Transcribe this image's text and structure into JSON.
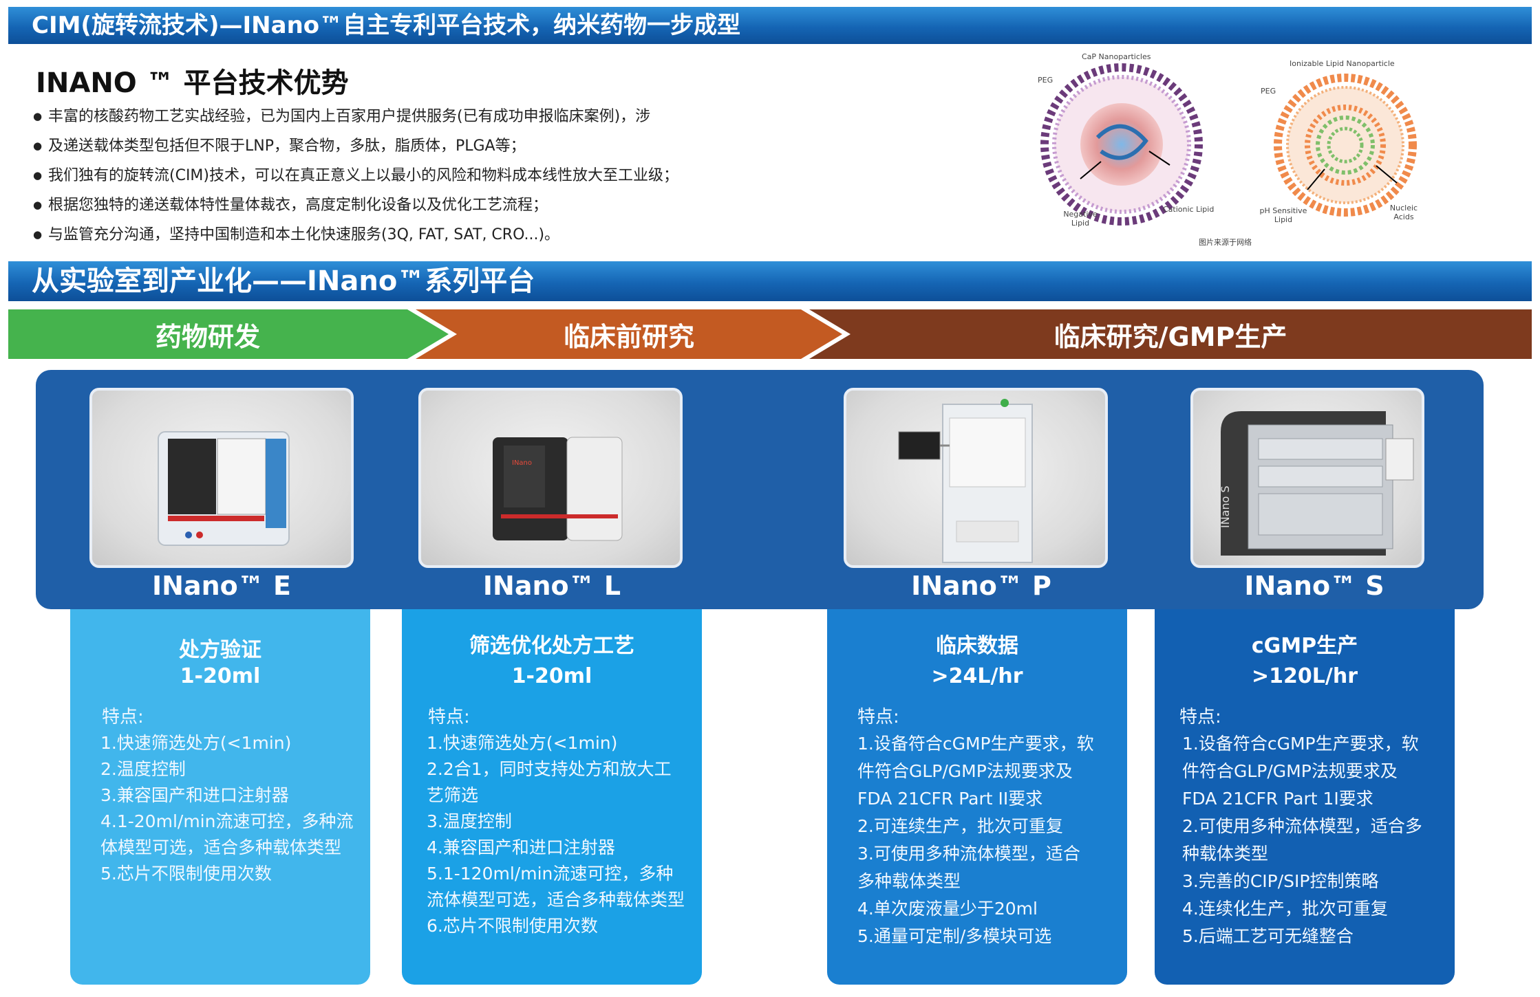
{
  "banner1": "CIM(旋转流技术)—INano™自主专利平台技术，纳米药物一步成型",
  "advantages": {
    "title": "INANO ™ 平台技术优势",
    "items": [
      "丰富的核酸药物工艺实战经验，已为国内上百家用户提供服务(已有成功申报临床案例)，涉",
      "及递送载体类型包括但不限于LNP，聚合物，多肽，脂质体，PLGA等；",
      "我们独有的旋转流(CIM)技术，可以在真正意义上以最小的风险和物料成本线性放大至工业级；",
      "根据您独特的递送载体特性量体裁衣，高度定制化设备以及优化工艺流程；",
      "与监管充分沟通，坚持中国制造和本土化快速服务(3Q, FAT, SAT, CRO...)。"
    ]
  },
  "nanoparticles": {
    "cap_title": "CaP Nanoparticles",
    "cap_peg": "PEG",
    "cap_negative": "Negative Lipid",
    "cap_cationic": "Cationic Lipid",
    "lnp_title": "Ionizable Lipid Nanoparticle",
    "lnp_peg": "PEG",
    "lnp_ph": "pH Sensitive Lipid",
    "lnp_nucleic": "Nucleic Acids",
    "source": "图片来源于网络",
    "colors": {
      "outer": "#6b3b7a",
      "core": "#d97a7a",
      "lnp_outer": "#f08a4b",
      "lnp_core": "#7fbf6a"
    }
  },
  "banner2": "从实验室到产业化——INano™系列平台",
  "stages": [
    "药物研发",
    "临床前研究",
    "临床研究/GMP生产"
  ],
  "devices": [
    {
      "name": "INano™ E",
      "title": "处方验证",
      "capacity": "1-20ml",
      "feature_label": "特点:",
      "features": [
        "1.快速筛选处方(<1min)",
        "2.温度控制",
        "3.兼容国产和进口注射器",
        "4.1-20ml/min流速可控，多种流",
        "体模型可选，适合多种载体类型",
        "5.芯片不限制使用次数"
      ],
      "color": "#41b6ec"
    },
    {
      "name": "INano™ L",
      "title": "筛选优化处方工艺",
      "capacity": "1-20ml",
      "feature_label": "特点:",
      "features": [
        "1.快速筛选处方(<1min)",
        "2.2合1，同时支持处方和放大工",
        "艺筛选",
        "3.温度控制",
        "4.兼容国产和进口注射器",
        "5.1-120ml/min流速可控，多种",
        "流体模型可选，适合多种载体类型",
        "6.芯片不限制使用次数"
      ],
      "color": "#1ba1e6"
    },
    {
      "name": "INano™ P",
      "title": "临床数据",
      "capacity": ">24L/hr",
      "feature_label": "特点:",
      "features": [
        "1.设备符合cGMP生产要求，软",
        "件符合GLP/GMP法规要求及",
        "FDA 21CFR Part II要求",
        "2.可连续生产，批次可重复",
        "3.可使用多种流体模型，适合",
        "多种载体类型",
        "4.单次废液量少于20ml",
        "5.通量可定制/多模块可选"
      ],
      "color": "#1a7fd0"
    },
    {
      "name": "INano™ S",
      "title": "cGMP生产",
      "capacity": ">120L/hr",
      "feature_label": "特点:",
      "features": [
        "1.设备符合cGMP生产要求，软",
        "件符合GLP/GMP法规要求及",
        "FDA 21CFR Part 1I要求",
        "2.可使用多种流体模型，适合多",
        "种载体类型",
        "3.完善的CIP/SIP控制策略",
        "4.连续化生产，批次可重复",
        "5.后端工艺可无缝整合"
      ],
      "color": "#1260b2"
    }
  ]
}
